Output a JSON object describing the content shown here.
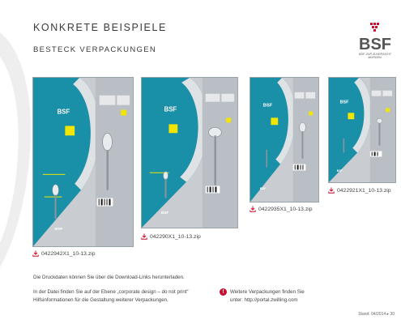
{
  "header": {
    "title": "KONKRETE BEISPIELE",
    "subtitle": "BESTECK VERPACKUNGEN"
  },
  "logo": {
    "text": "BSF",
    "tagline": "BSF. ZUR ZUVERSICHT MORGEN."
  },
  "packages": [
    {
      "file": "0422942X1_10-13.zip",
      "icon": "download-icon",
      "logo": "BSF"
    },
    {
      "file": "042290X1_10-13.zip",
      "icon": "download-icon",
      "logo": "BSF"
    },
    {
      "file": "0422935X1_10-13.zip",
      "icon": "download-icon",
      "logo": "BSF"
    },
    {
      "file": "0422921X1_10-13.zip",
      "icon": "download-icon",
      "logo": "BSF"
    }
  ],
  "notes": {
    "download": "Die Druckdaten können Sie über die Download-Links herunterladen.",
    "corporate_line1": "In der Datei finden Sie auf der Ebene „corporate design – do not print“",
    "corporate_line2": "Hilfsinformationen für die Gestaltung weiterer Verpackungen.",
    "more_line1": "Weitere Verpackungen finden Sie",
    "more_line2": "unter: http://portal.zwilling.com",
    "more_icon": "exclamation-icon"
  },
  "footer": "Stand: 04/2014  ▸  30",
  "colors": {
    "teal": "#1a8fa8",
    "grey": "#c8ccd0",
    "yellow": "#f2e600",
    "red": "#c8102e"
  }
}
